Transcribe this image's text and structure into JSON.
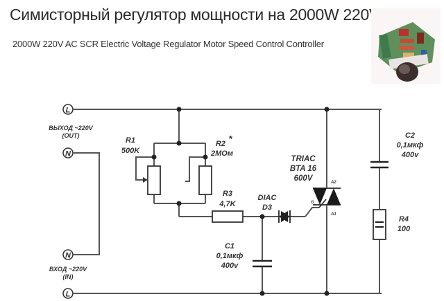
{
  "header": {
    "title": "Симисторный регулятор мощности на 2000W 220V",
    "subtitle": "2000W 220V AC SCR Electric Voltage Regulator Motor Speed Control Controller"
  },
  "photo": {
    "description": "dimmer-module-photo"
  },
  "terminals": {
    "out_label": "ВЫХОД ~220V",
    "out_sub": "(OUT)",
    "in_label": "ВХОД ~220V",
    "in_sub": "(IN)",
    "l_top": "L",
    "n_top": "N",
    "n_bottom": "N",
    "l_bottom": "L"
  },
  "components": {
    "r1": {
      "name": "R1",
      "value": "500K"
    },
    "r2": {
      "name": "R2",
      "mark": "*",
      "value": "2MOм"
    },
    "r3": {
      "name": "R3",
      "value": "4,7K"
    },
    "diac": {
      "name": "DIAC",
      "ref": "D3"
    },
    "triac": {
      "name": "TRIAC",
      "part": "BTA 16",
      "voltage": "600V",
      "pin_a2": "A2",
      "pin_a1": "A1",
      "pin_g": "G"
    },
    "c1": {
      "name": "C1",
      "value": "0,1мкф",
      "voltage": "400v"
    },
    "c2": {
      "name": "C2",
      "value": "0,1мкф",
      "voltage": "400v"
    },
    "r4": {
      "name": "R4",
      "value": "100"
    }
  },
  "colors": {
    "wire": "#555555",
    "text": "#333333",
    "fill": "#1a1a1a"
  }
}
